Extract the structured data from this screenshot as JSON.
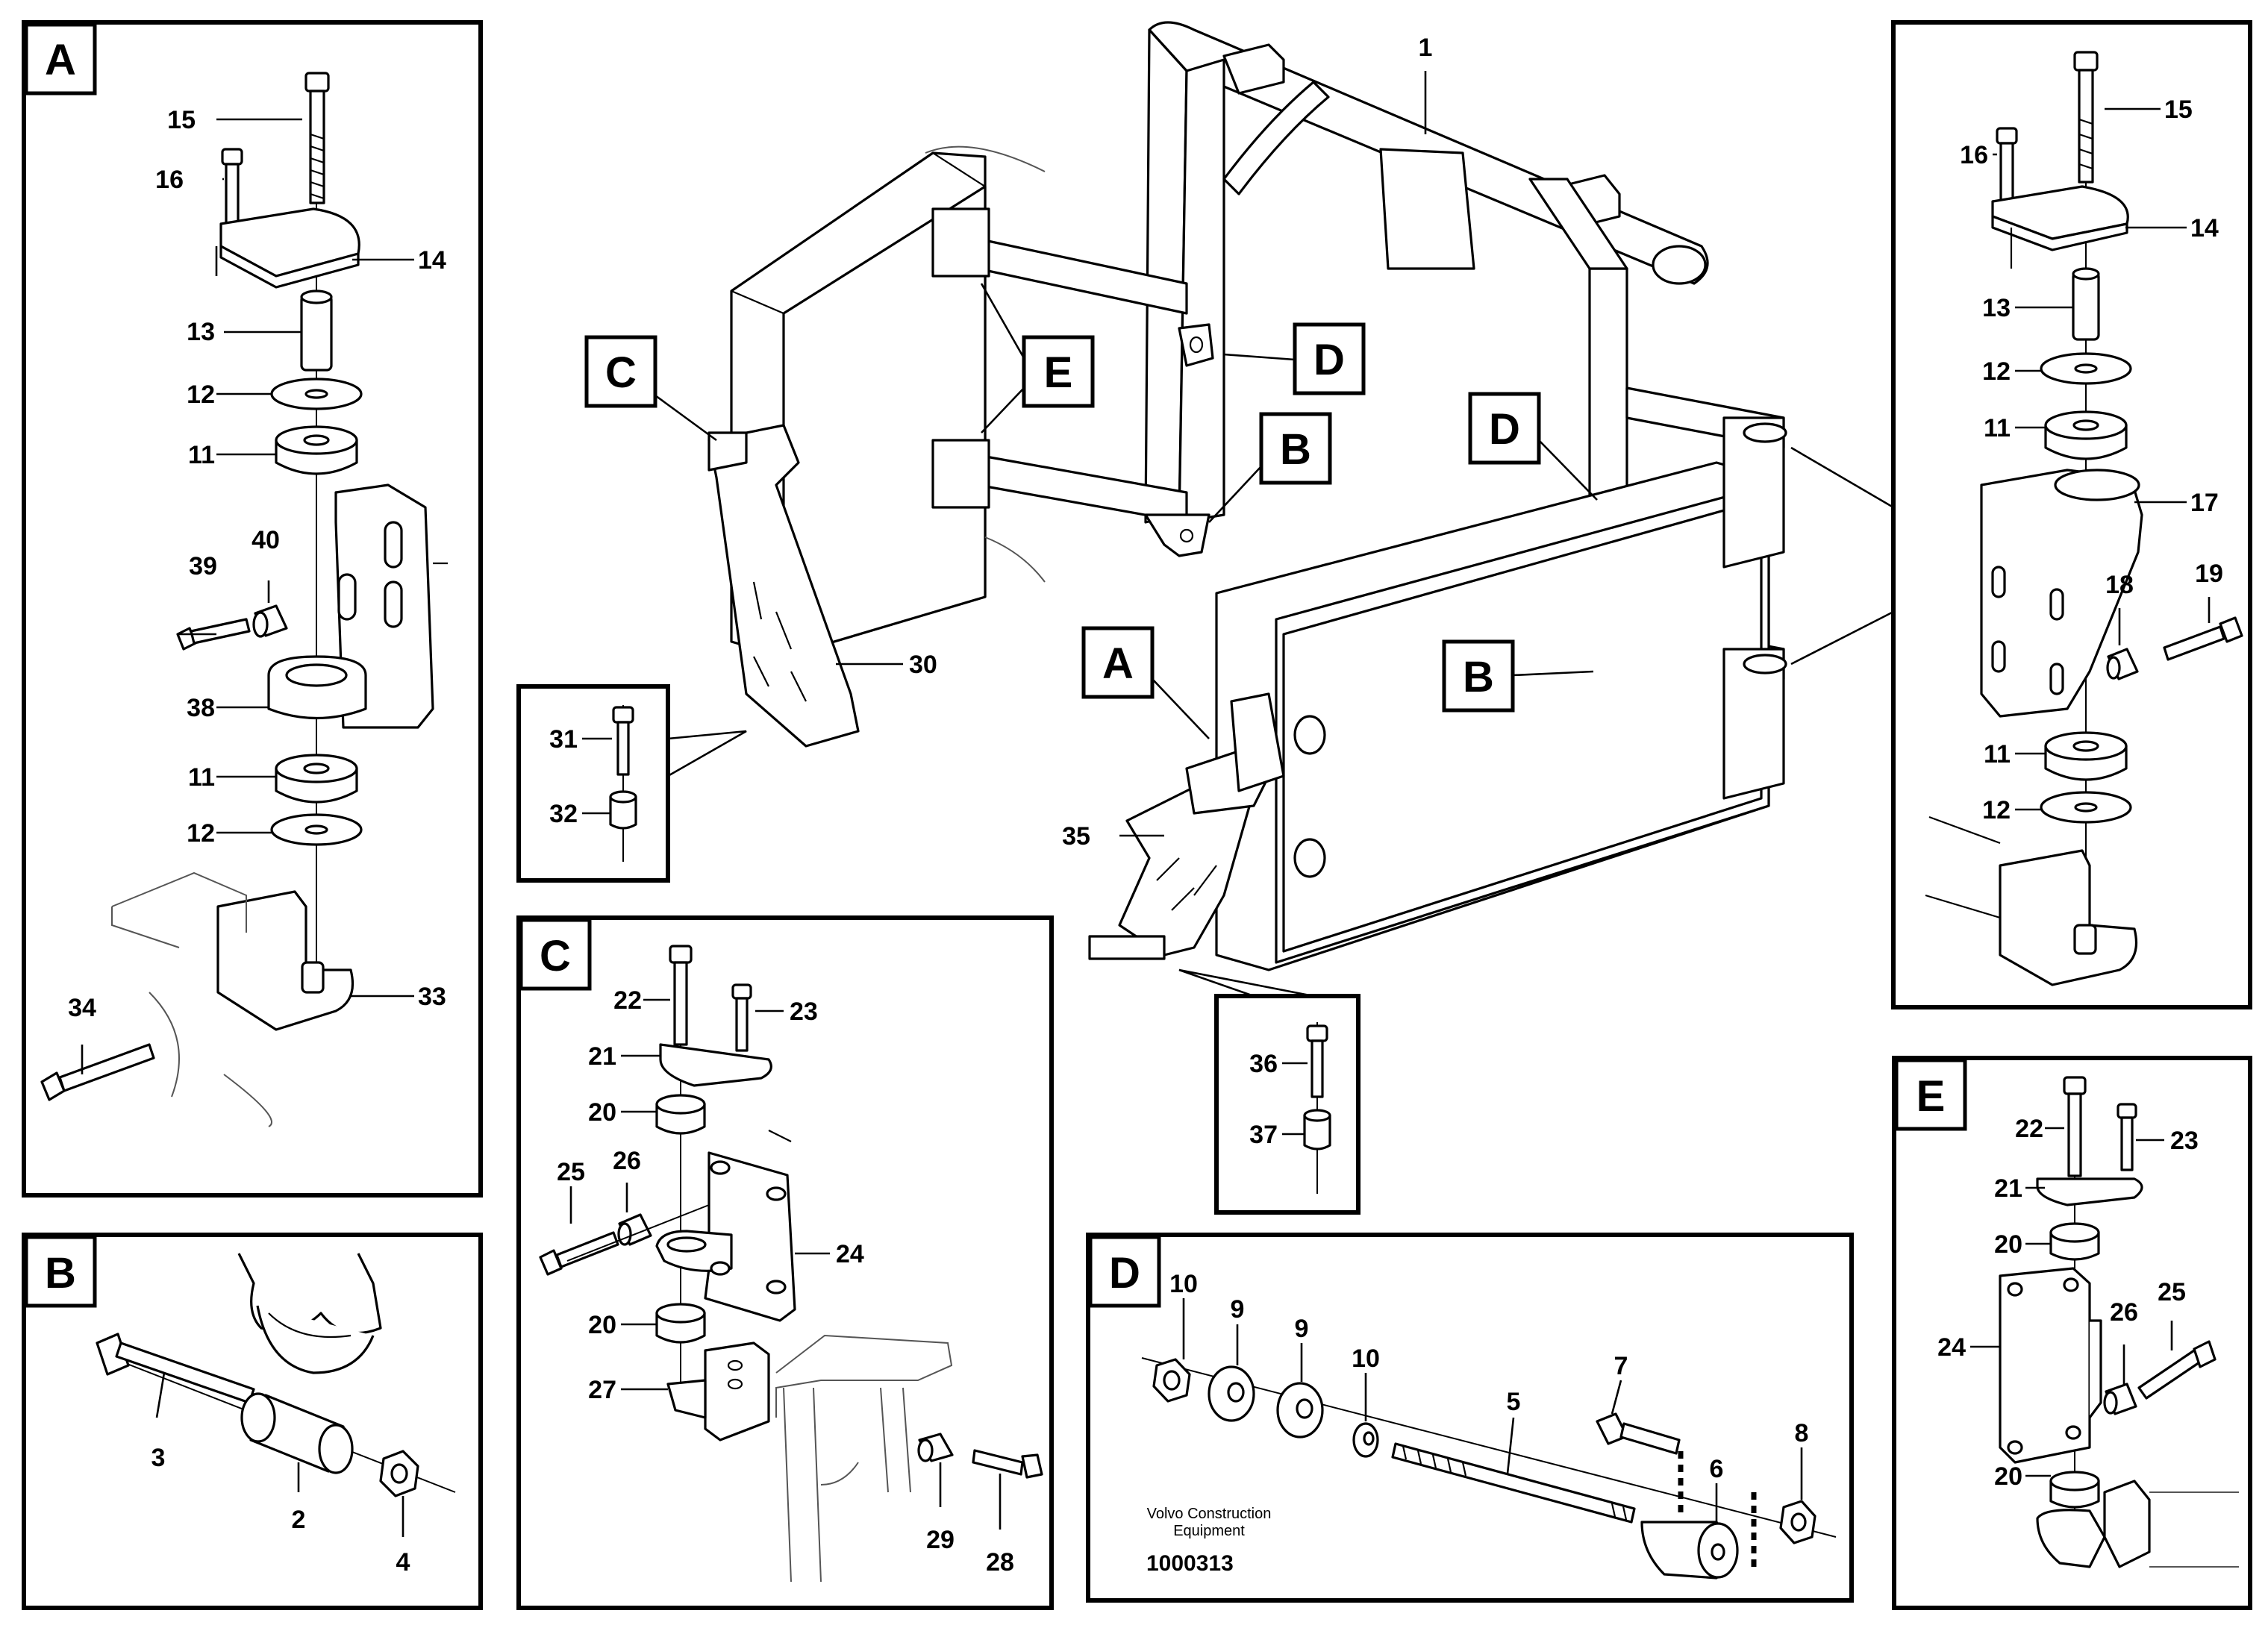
{
  "panels": {
    "A": "A",
    "B": "B",
    "C": "C",
    "D": "D",
    "E": "E"
  },
  "main_callouts": {
    "c": "C",
    "e": "E",
    "d1": "D",
    "d2": "D",
    "b1": "B",
    "b2": "B",
    "a": "A"
  },
  "main_numbers": {
    "n1": "1",
    "n30": "30",
    "n35": "35"
  },
  "sub_c": {
    "n31": "31",
    "n32": "32"
  },
  "sub_a": {
    "n36": "36",
    "n37": "37"
  },
  "panel_a_numbers": [
    "15",
    "16",
    "14",
    "13",
    "12",
    "11",
    "39",
    "40",
    "38",
    "11",
    "12",
    "34",
    "33"
  ],
  "panel_b_numbers": [
    "3",
    "2",
    "4"
  ],
  "panel_c_numbers": [
    "22",
    "23",
    "21",
    "20",
    "25",
    "26",
    "24",
    "20",
    "27",
    "29",
    "28"
  ],
  "panel_d_numbers": [
    "10",
    "9",
    "9",
    "10",
    "5",
    "7",
    "6",
    "8"
  ],
  "panel_e_numbers": [
    "22",
    "23",
    "21",
    "20",
    "24",
    "26",
    "25",
    "20"
  ],
  "panel_right_numbers": [
    "15",
    "16",
    "14",
    "13",
    "12",
    "11",
    "17",
    "18",
    "19",
    "11",
    "12"
  ],
  "footer": {
    "brand_line1": "Volvo Construction",
    "brand_line2": "Equipment",
    "catalog_number": "1000313"
  }
}
